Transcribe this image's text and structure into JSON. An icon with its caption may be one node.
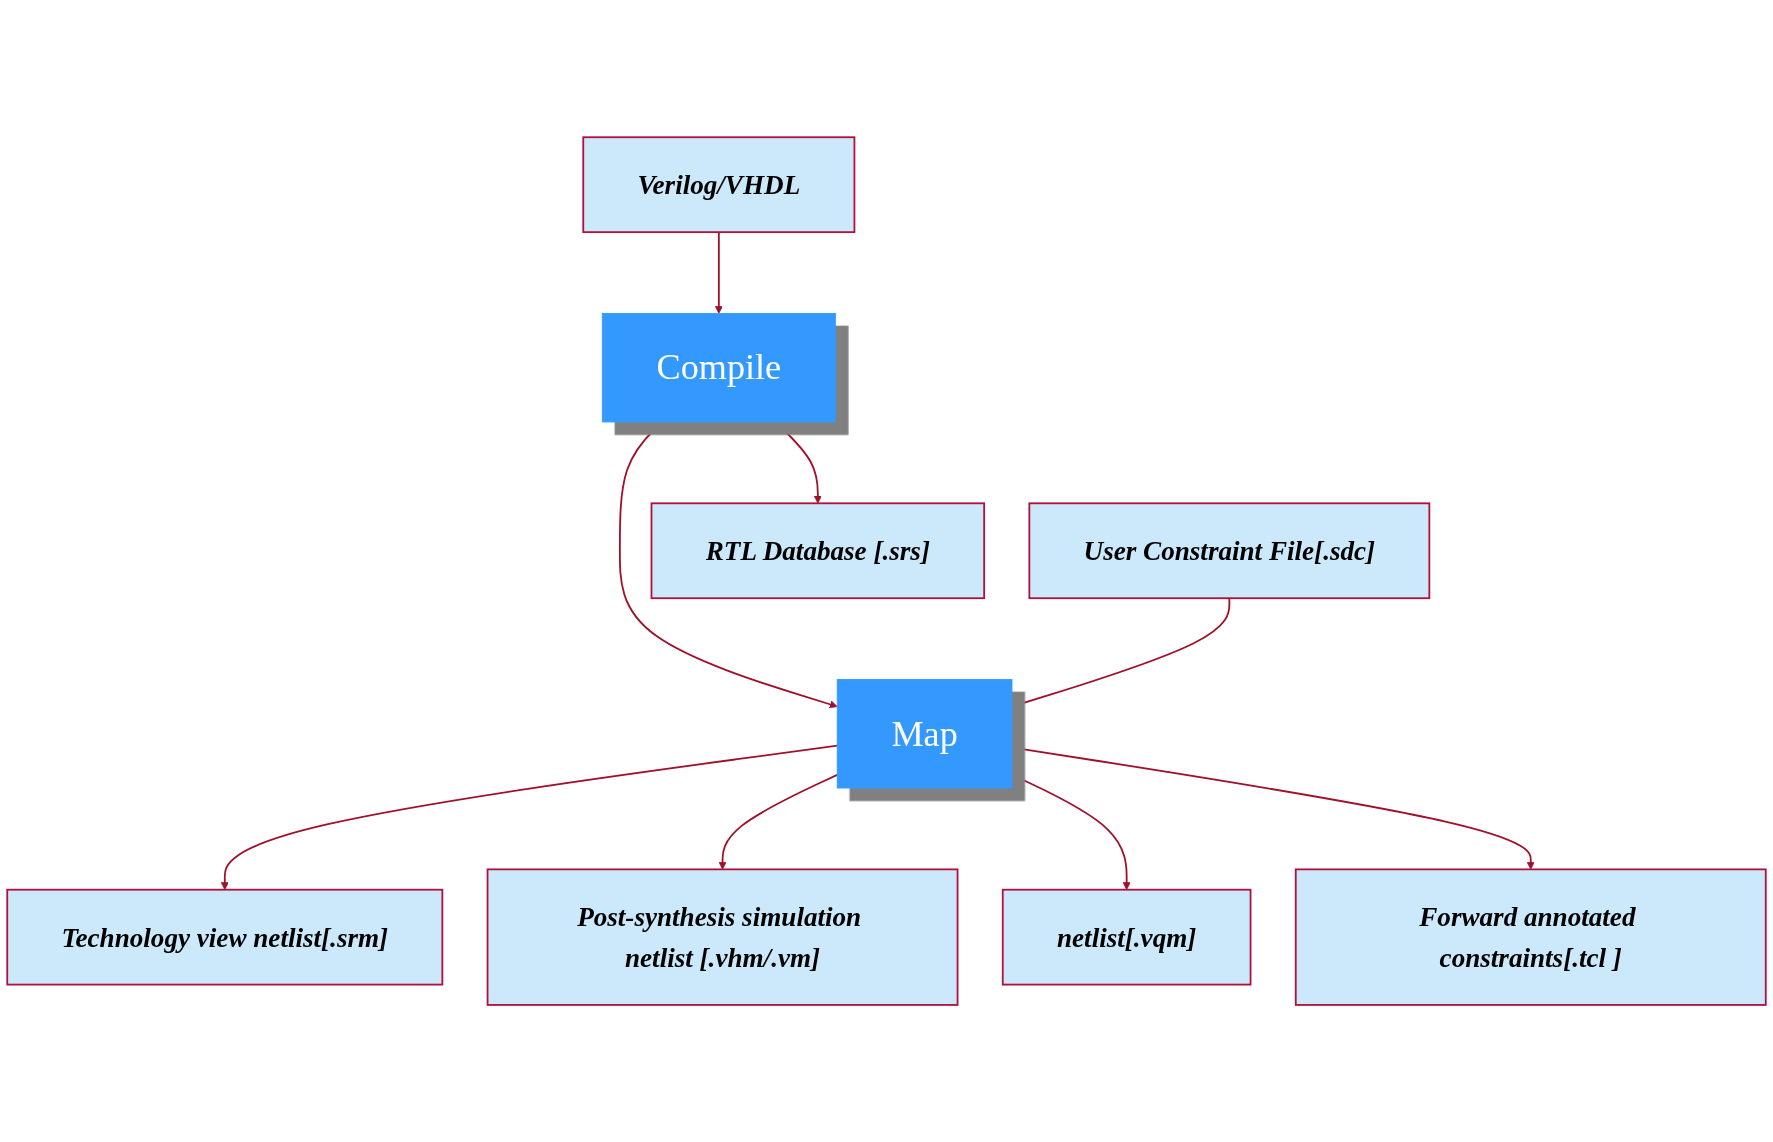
{
  "diagram": {
    "nodes": [
      {
        "text": [
          "Verilog/VHDL"
        ]
      },
      {
        "text": [
          "Compile"
        ]
      },
      {
        "text": [
          "User Constraint File[.sdc]"
        ]
      },
      {
        "text": [
          "RTL Database [.srs]"
        ]
      },
      {
        "text": [
          "Map"
        ]
      },
      {
        "text": [
          "Technology view netlist[.srm]"
        ]
      },
      {
        "text": [
          "Post-synthesis simulation netlist [.vhm/.vm]"
        ]
      },
      {
        "text": [
          "netlist[.vqm]"
        ]
      },
      {
        "text": [
          "Forward annotated constraints[.tcl ]"
        ]
      }
    ],
    "edges": [
      {
        "from": 0,
        "to": 1,
        "arrow": "to"
      },
      {
        "from": 1,
        "to": 3,
        "arrow": "to"
      },
      {
        "from": 1,
        "to": 4,
        "arrow": "to"
      },
      {
        "from": 2,
        "to": 4,
        "arrow": "to"
      },
      {
        "from": 4,
        "to": 5,
        "arrow": "to"
      },
      {
        "from": 4,
        "to": 6,
        "arrow": "to"
      },
      {
        "from": 4,
        "to": 7,
        "arrow": "to"
      },
      {
        "from": 4,
        "to": 8,
        "arrow": "to"
      }
    ]
  }
}
